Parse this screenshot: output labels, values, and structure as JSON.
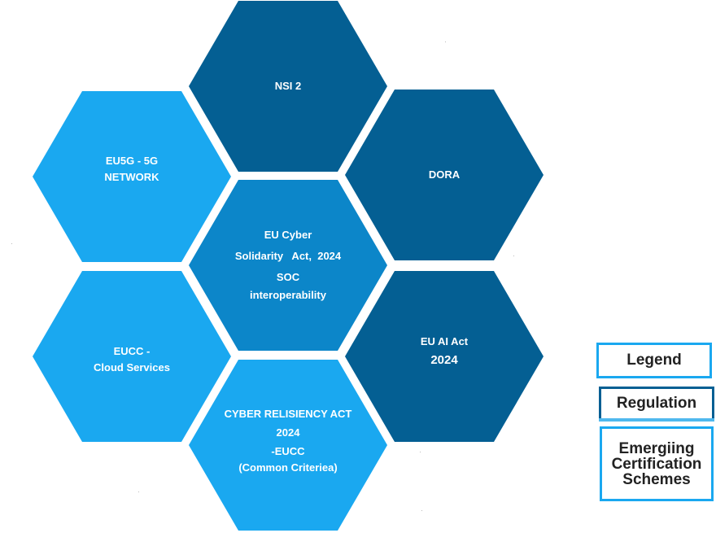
{
  "hexagons": {
    "top": {
      "lines": [
        "NSI 2"
      ],
      "color": "#045f93"
    },
    "upper_left": {
      "lines": [
        "EU5G - 5G",
        "NETWORK"
      ],
      "color": "#1aa8f0"
    },
    "upper_right": {
      "lines": [
        "DORA"
      ],
      "color": "#045f93"
    },
    "center": {
      "lines": [
        "EU Cyber",
        "Solidarity   Act,  2024",
        "SOC",
        "interoperability"
      ],
      "color": "#0c86c9"
    },
    "lower_left": {
      "lines": [
        "EUCC -",
        "Cloud Services"
      ],
      "color": "#1aa8f0"
    },
    "lower_right": {
      "lines": [
        "EU AI Act",
        "2024"
      ],
      "color": "#045f93"
    },
    "bottom": {
      "lines": [
        "CYBER RELISIENCY ACT",
        "2024",
        "-EUCC",
        "(Common Criteriea)"
      ],
      "color": "#1aa8f0"
    }
  },
  "legend": {
    "title": "Legend",
    "regulation": "Regulation",
    "emerging": [
      "Emergiing",
      "Certification",
      "Schemes"
    ],
    "colors": {
      "regulation": "#045f93",
      "emerging": "#1aa8f0"
    }
  }
}
